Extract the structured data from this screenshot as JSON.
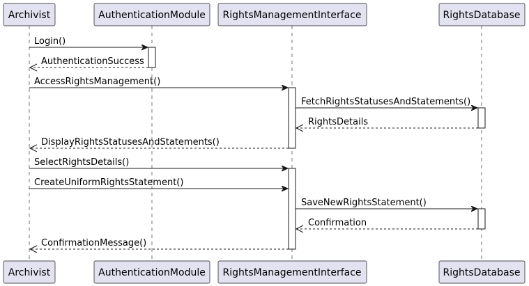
{
  "participants": [
    {
      "id": "archivist",
      "label": "Archivist"
    },
    {
      "id": "auth",
      "label": "AuthenticationModule"
    },
    {
      "id": "rmi",
      "label": "RightsManagementInterface"
    },
    {
      "id": "db",
      "label": "RightsDatabase"
    }
  ],
  "messages": [
    {
      "from": "archivist",
      "to": "auth",
      "label": "Login()",
      "type": "call"
    },
    {
      "from": "auth",
      "to": "archivist",
      "label": "AuthenticationSuccess",
      "type": "return"
    },
    {
      "from": "archivist",
      "to": "rmi",
      "label": "AccessRightsManagement()",
      "type": "call"
    },
    {
      "from": "rmi",
      "to": "db",
      "label": "FetchRightsStatusesAndStatements()",
      "type": "call"
    },
    {
      "from": "db",
      "to": "rmi",
      "label": "RightsDetails",
      "type": "return"
    },
    {
      "from": "rmi",
      "to": "archivist",
      "label": "DisplayRightsStatusesAndStatements()",
      "type": "return"
    },
    {
      "from": "archivist",
      "to": "rmi",
      "label": "SelectRightsDetails()",
      "type": "call"
    },
    {
      "from": "archivist",
      "to": "rmi",
      "label": "CreateUniformRightsStatement()",
      "type": "call"
    },
    {
      "from": "rmi",
      "to": "db",
      "label": "SaveNewRightsStatement()",
      "type": "call"
    },
    {
      "from": "db",
      "to": "rmi",
      "label": "Confirmation",
      "type": "return"
    },
    {
      "from": "rmi",
      "to": "archivist",
      "label": "ConfirmationMessage()",
      "type": "return"
    }
  ]
}
